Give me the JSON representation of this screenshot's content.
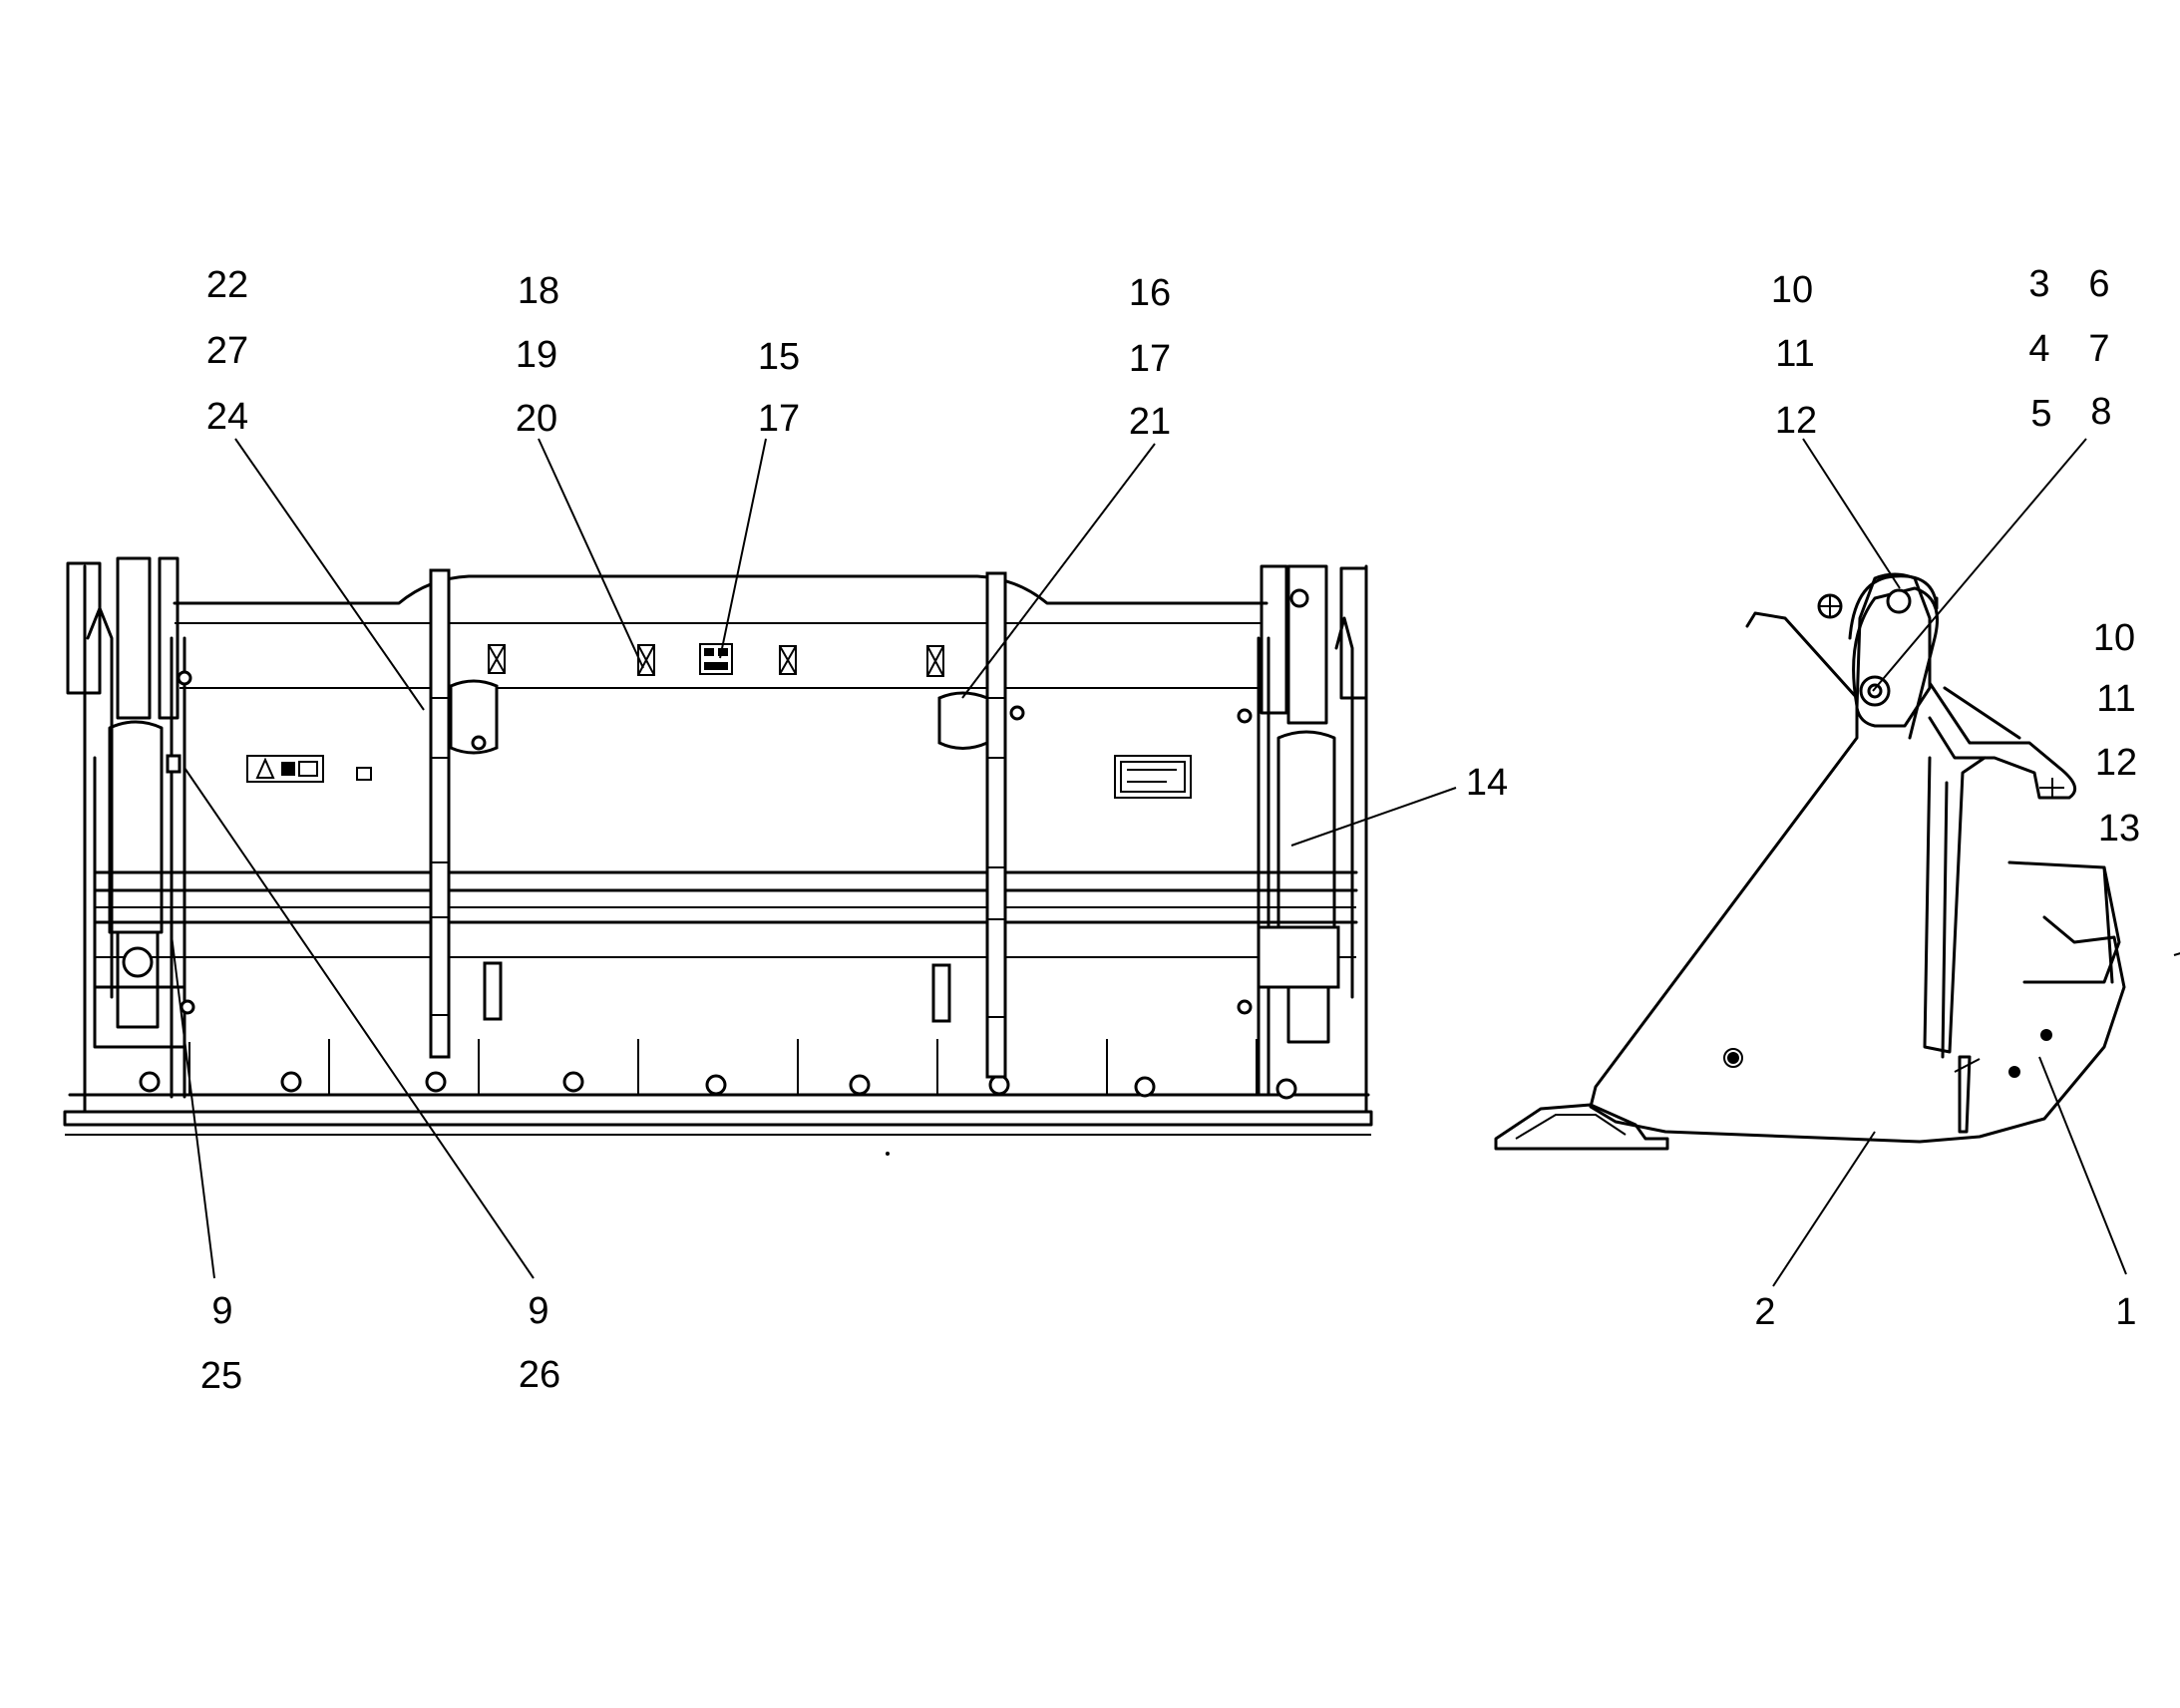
{
  "diagram": {
    "callouts": [
      {
        "id": "c-22-27-24",
        "lines": [
          "22",
          "27",
          "24"
        ]
      },
      {
        "id": "c-18-19-20",
        "lines": [
          "18",
          "19",
          "20"
        ]
      },
      {
        "id": "c-15-17",
        "lines": [
          "15",
          "17"
        ]
      },
      {
        "id": "c-16-17-21",
        "lines": [
          "16",
          "17",
          "21"
        ]
      },
      {
        "id": "c-10-11-12-top",
        "lines": [
          "10",
          "11",
          "12"
        ]
      },
      {
        "id": "c-3-4-5",
        "lines": [
          "3",
          "4",
          "5"
        ]
      },
      {
        "id": "c-6-7-8",
        "lines": [
          "6",
          "7",
          "8"
        ]
      },
      {
        "id": "c-10-11-12-13-side",
        "lines": [
          "10",
          "11",
          "12",
          "13"
        ]
      },
      {
        "id": "c-14",
        "lines": [
          "14"
        ]
      },
      {
        "id": "c-9-25",
        "lines": [
          "9",
          "25"
        ]
      },
      {
        "id": "c-9-26",
        "lines": [
          "9",
          "26"
        ]
      },
      {
        "id": "c-2",
        "lines": [
          "2"
        ]
      },
      {
        "id": "c-1",
        "lines": [
          "1"
        ]
      }
    ]
  }
}
